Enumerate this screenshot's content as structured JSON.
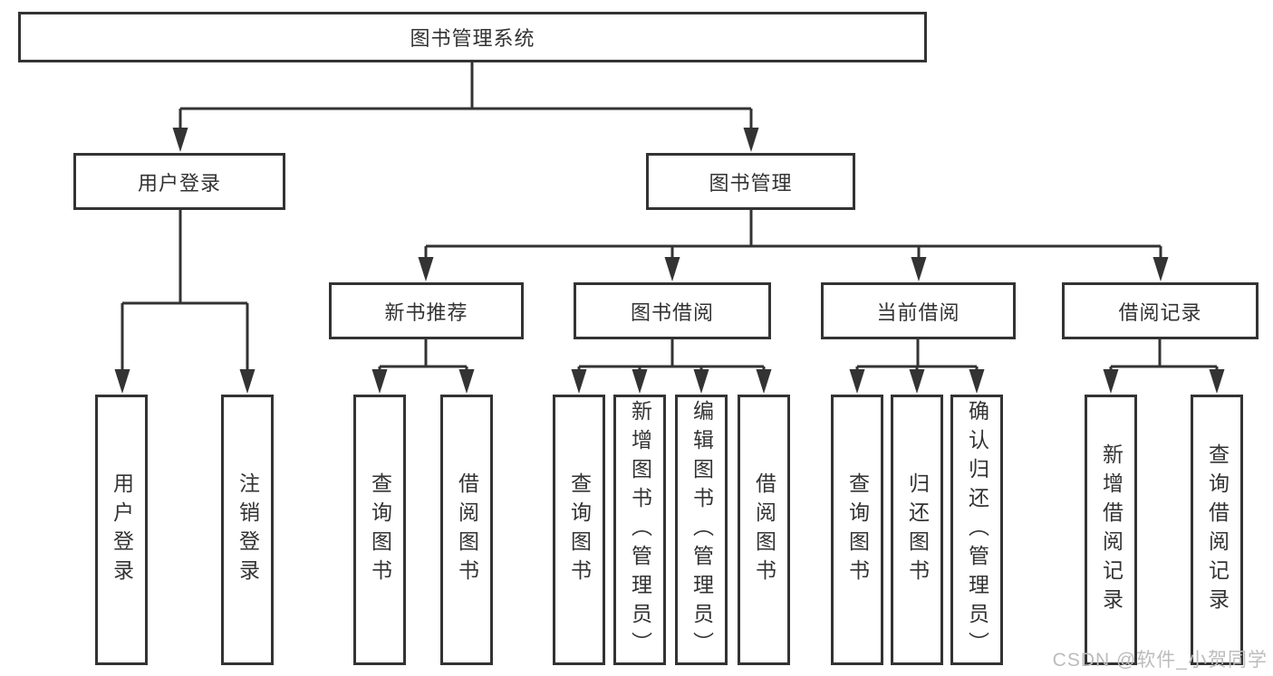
{
  "diagram": {
    "root": {
      "label": "图书管理系统"
    },
    "branches": [
      {
        "label": "用户登录",
        "children": [
          {
            "label": "用户登录"
          },
          {
            "label": "注销登录"
          }
        ]
      },
      {
        "label": "图书管理",
        "children": [
          {
            "label": "新书推荐",
            "children": [
              {
                "label": "查询图书"
              },
              {
                "label": "借阅图书"
              }
            ]
          },
          {
            "label": "图书借阅",
            "children": [
              {
                "label": "查询图书"
              },
              {
                "label": "新增图书（管理员）"
              },
              {
                "label": "编辑图书（管理员）"
              },
              {
                "label": "借阅图书"
              }
            ]
          },
          {
            "label": "当前借阅",
            "children": [
              {
                "label": "查询图书"
              },
              {
                "label": "归还图书"
              },
              {
                "label": "确认归还（管理员）"
              }
            ]
          },
          {
            "label": "借阅记录",
            "children": [
              {
                "label": "新增借阅记录"
              },
              {
                "label": "查询借阅记录"
              }
            ]
          }
        ]
      }
    ]
  },
  "watermark": "CSDN @软件_小贺同学",
  "colors": {
    "line": "#333333",
    "text": "#333333",
    "watermark": "#bcbcbc",
    "background": "#ffffff"
  }
}
